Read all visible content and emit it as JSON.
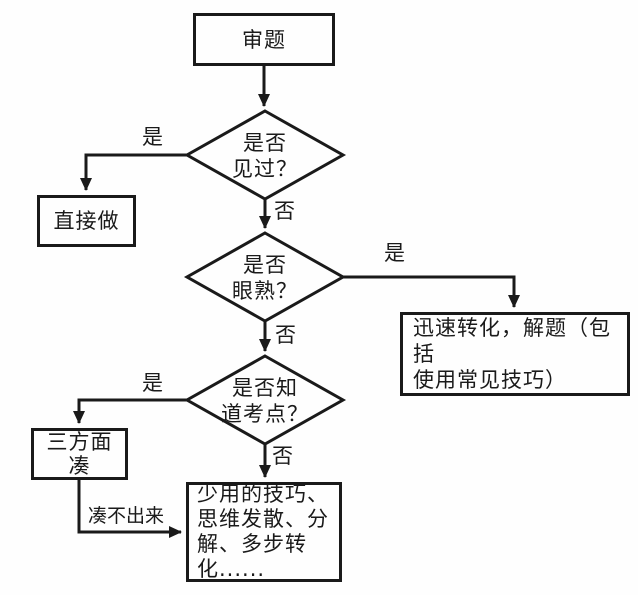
{
  "diagram": {
    "title_hint": "problem-solving flowchart",
    "nodes": {
      "start": {
        "label": "审题"
      },
      "decision_seen": {
        "label": "是否\n见过？"
      },
      "direct_do": {
        "label": "直接做"
      },
      "decision_familiar": {
        "label": "是否\n眼熟？"
      },
      "quick_solve": {
        "label": "迅速转化，解题（包括\n使用常见技巧）"
      },
      "decision_knowpoint": {
        "label": "是否知\n道考点？"
      },
      "three_aspects": {
        "label": "三方面\n凑"
      },
      "rare_skills": {
        "label": "少用的技巧、\n思维发散、分\n解、多步转\n化......"
      }
    },
    "edge_labels": {
      "seen_yes": "是",
      "seen_no": "否",
      "familiar_yes": "是",
      "familiar_no": "否",
      "knowpoint_yes": "是",
      "knowpoint_no": "否",
      "cannot_piece": "凑不出来"
    },
    "colors": {
      "line": "#1a1a1a",
      "background": "#fefefe",
      "text": "#1a1a1a"
    }
  }
}
